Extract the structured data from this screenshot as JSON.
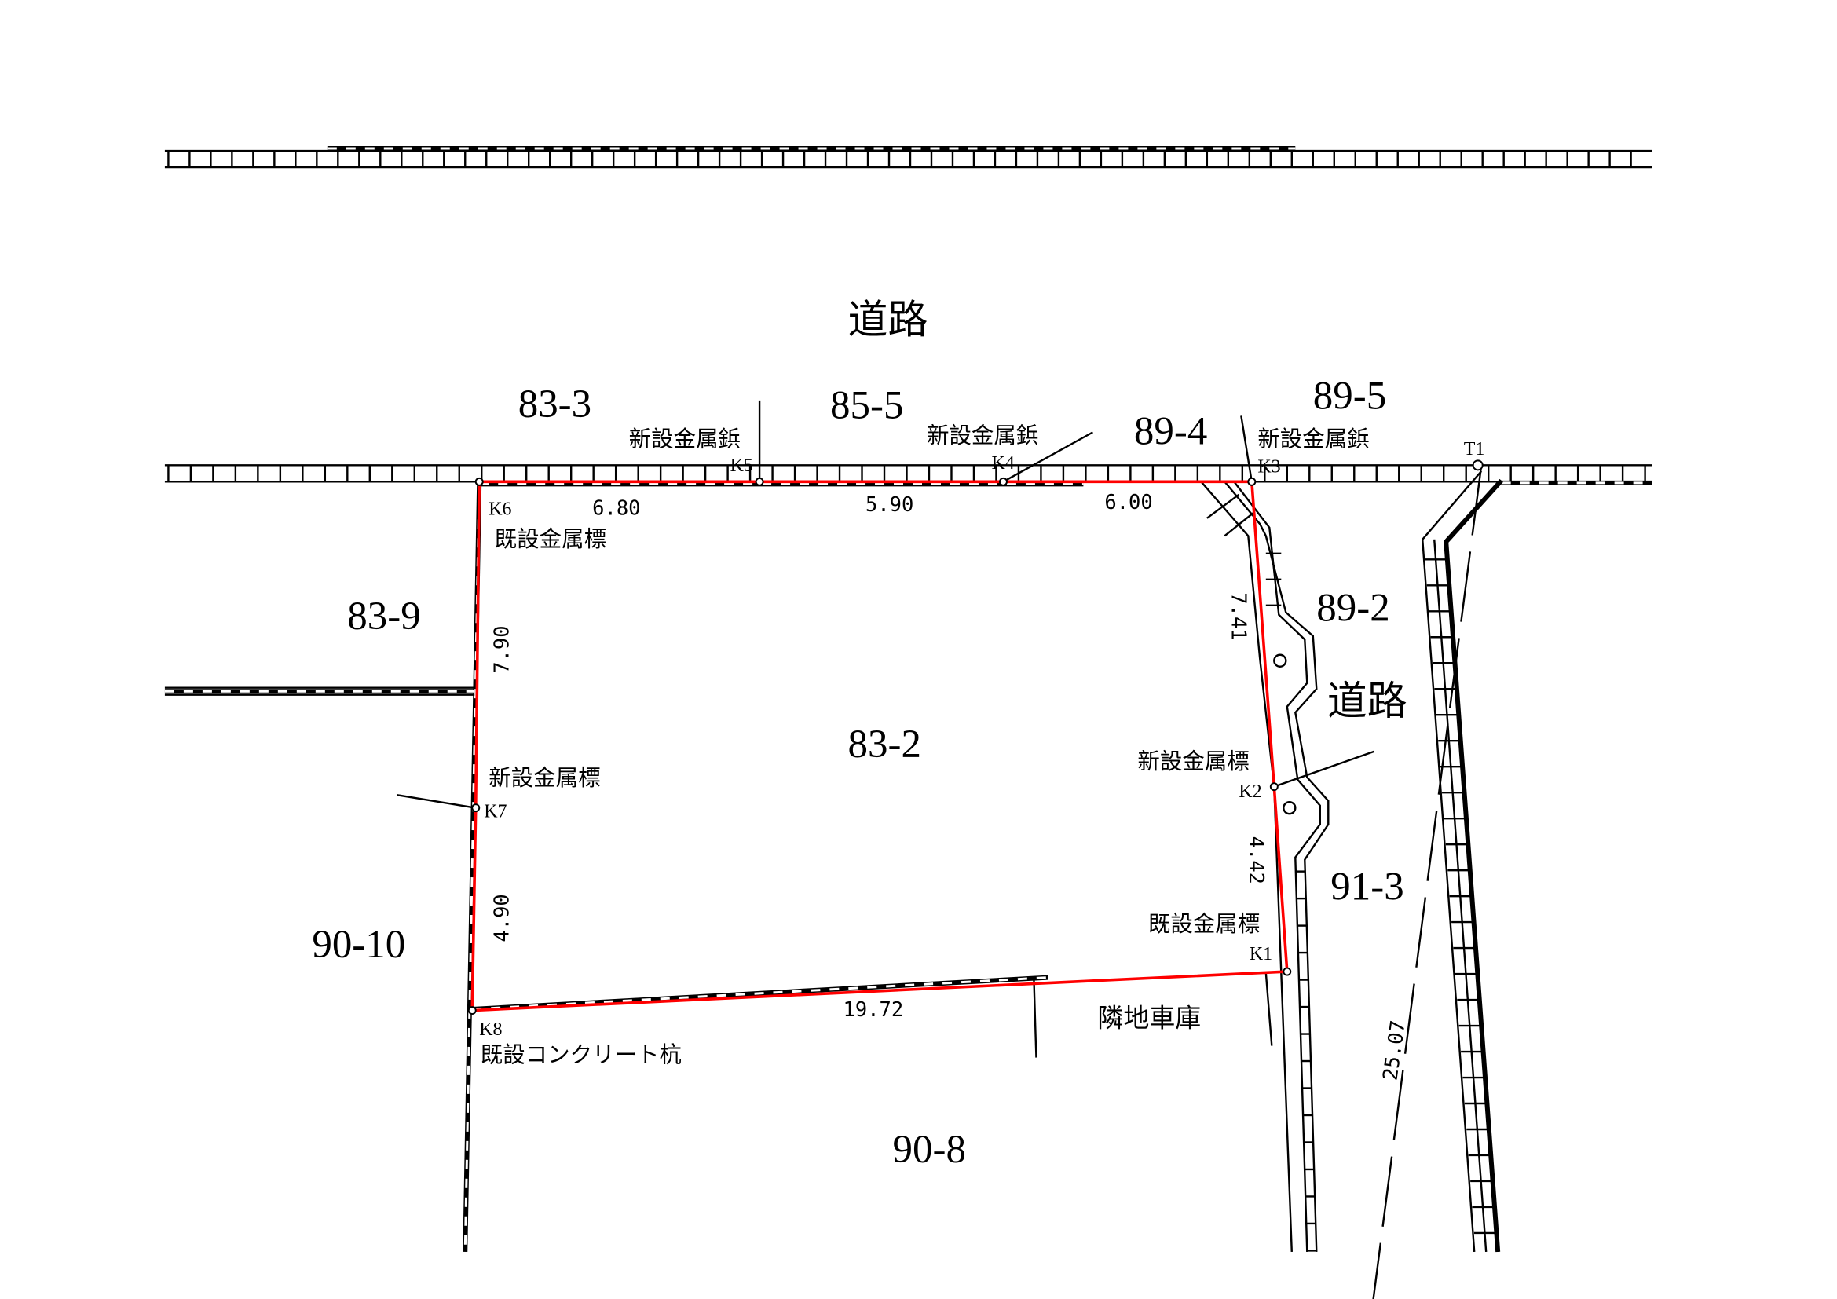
{
  "labels": {
    "road_top": "道路",
    "road_right": "道路",
    "lot_83_3": "83-3",
    "lot_85_5": "85-5",
    "lot_89_4": "89-4",
    "lot_89_5": "89-5",
    "lot_83_9": "83-9",
    "lot_83_2": "83-2",
    "lot_89_2": "89-2",
    "lot_91_3": "91-3",
    "lot_90_10": "90-10",
    "lot_90_8": "90-8",
    "garage": "隣地車庫"
  },
  "points": {
    "K1": {
      "name": "K1",
      "marker": "既設金属標"
    },
    "K2": {
      "name": "K2",
      "marker": "新設金属標"
    },
    "K3": {
      "name": "K3",
      "marker": "新設金属鋲"
    },
    "K4": {
      "name": "K4",
      "marker": "新設金属鋲"
    },
    "K5": {
      "name": "K5",
      "marker": "新設金属鋲"
    },
    "K6": {
      "name": "K6",
      "marker": "既設金属標"
    },
    "K7": {
      "name": "K7",
      "marker": "新設金属標"
    },
    "K8": {
      "name": "K8",
      "marker": "既設コンクリート杭"
    },
    "T1": {
      "name": "T1"
    }
  },
  "dimensions": {
    "K6_K5": "6.80",
    "K5_K4": "5.90",
    "K4_K3": "6.00",
    "K3_K2": "7.41",
    "K2_K1": "4.42",
    "K1_K8": "19.72",
    "K8_K7": "4.90",
    "K7_K6": "7.90",
    "T1_diag": "25.07"
  },
  "colors": {
    "boundary": "#ff0000",
    "line": "#000000"
  }
}
